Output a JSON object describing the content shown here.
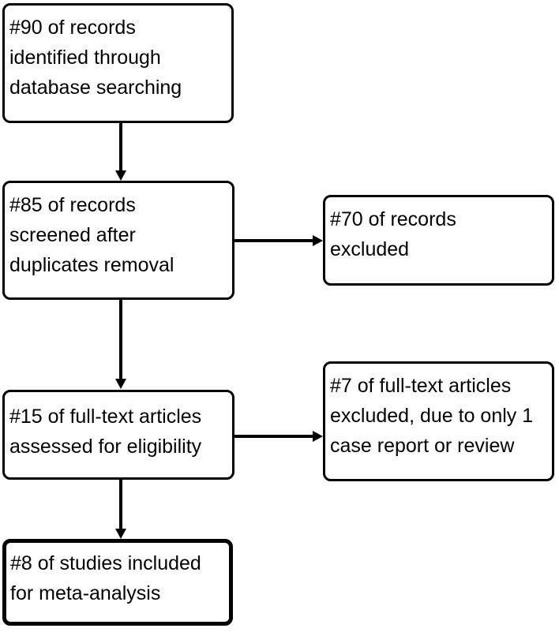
{
  "diagram": {
    "type": "flowchart",
    "background_color": "#ffffff",
    "box_border_color": "#000000",
    "text_color": "#000000",
    "boxes": [
      {
        "name": "records-identified",
        "lines": [
          "#90 of records",
          "identified through",
          "database searching"
        ]
      },
      {
        "name": "records-screened",
        "lines": [
          "#85 of records",
          "screened after",
          "duplicates removal"
        ]
      },
      {
        "name": "records-excluded",
        "lines": [
          "#70 of records",
          "excluded"
        ]
      },
      {
        "name": "fulltext-assessed",
        "lines": [
          "#15 of full-text articles",
          "assessed for eligibility"
        ]
      },
      {
        "name": "fulltext-excluded",
        "lines": [
          "#7 of full-text articles",
          "excluded, due to only 1",
          "case report or review"
        ]
      },
      {
        "name": "studies-included",
        "lines": [
          "#8 of studies included",
          "for meta-analysis"
        ]
      }
    ],
    "edges": [
      {
        "from": "records-identified",
        "to": "records-screened",
        "direction": "down"
      },
      {
        "from": "records-screened",
        "to": "records-excluded",
        "direction": "right"
      },
      {
        "from": "records-screened",
        "to": "fulltext-assessed",
        "direction": "down"
      },
      {
        "from": "fulltext-assessed",
        "to": "fulltext-excluded",
        "direction": "right"
      },
      {
        "from": "fulltext-assessed",
        "to": "studies-included",
        "direction": "down"
      }
    ]
  }
}
